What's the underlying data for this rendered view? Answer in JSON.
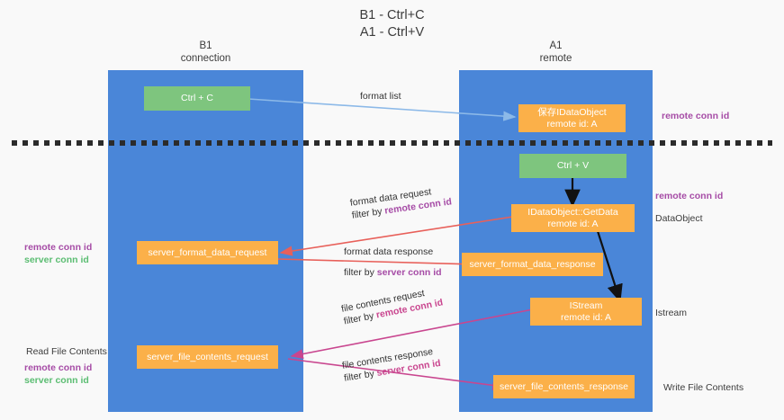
{
  "title": {
    "line1": "B1 - Ctrl+C",
    "line2": "A1 - Ctrl+V"
  },
  "columns": [
    {
      "id": "b1",
      "name": "B1",
      "role": "connection"
    },
    {
      "id": "a1",
      "name": "A1",
      "role": "remote"
    }
  ],
  "nodes": {
    "ctrl_c": {
      "label": "Ctrl + C",
      "color": "#7ec57e"
    },
    "ctrl_v": {
      "label": "Ctrl + V",
      "color": "#7ec57e"
    },
    "save_dataobject": {
      "line1": "保存IDataObject",
      "line2": "remote id: A",
      "color": "#fbb049"
    },
    "getdata": {
      "line1": "IDataObject::GetData",
      "line2": "remote id: A",
      "color": "#fbb049"
    },
    "istream": {
      "line1": "IStream",
      "line2": "remote id: A",
      "color": "#fbb049"
    },
    "server_format_data_request": {
      "label": "server_format_data_request",
      "color": "#fbb049"
    },
    "server_format_data_response": {
      "label": "server_format_data_response",
      "color": "#fbb049"
    },
    "server_file_contents_request": {
      "label": "server_file_contents_request",
      "color": "#fbb049"
    },
    "server_file_contents_response": {
      "label": "server_file_contents_response",
      "color": "#fbb049"
    }
  },
  "edges": {
    "format_list": {
      "label": "format list",
      "color": "#8cb9e8"
    },
    "format_data_request": {
      "line1": "format data request",
      "line2_prefix": "filter by ",
      "line2_key": "remote conn id",
      "color": "#e8605a"
    },
    "format_data_response": {
      "line1": "format data response",
      "line2_prefix": "filter by ",
      "line2_key": "server conn id",
      "color": "#e8605a"
    },
    "file_contents_request": {
      "line1": "file contents request",
      "line2_prefix": "filter by ",
      "line2_key": "remote conn id",
      "color": "#c9468f"
    },
    "file_contents_response": {
      "line1": "file contents response",
      "line2_prefix": "filter by ",
      "line2_key": "server conn id",
      "color": "#c9468f"
    }
  },
  "annotations": {
    "right_remote_conn_id_top": "remote conn id",
    "right_remote_conn_id_mid": "remote conn id",
    "right_dataobject": "DataObject",
    "right_istream": "Istream",
    "right_write_file_contents": "Write File Contents",
    "left_remote_conn_id": "remote conn id",
    "left_server_conn_id": "server conn id",
    "left_read_file_contents": "Read File Contents",
    "left_remote_conn_id_2": "remote conn id",
    "left_server_conn_id_2": "server conn id"
  },
  "colors": {
    "column_blue": "#4a86d8",
    "node_green": "#7ec57e",
    "node_orange": "#fbb049",
    "purple": "#a64ca6",
    "green_text": "#5bbd72",
    "red_arrow": "#e8605a",
    "magenta_arrow": "#c9468f",
    "light_blue_arrow": "#8cb9e8",
    "background": "#f9f9f9"
  }
}
